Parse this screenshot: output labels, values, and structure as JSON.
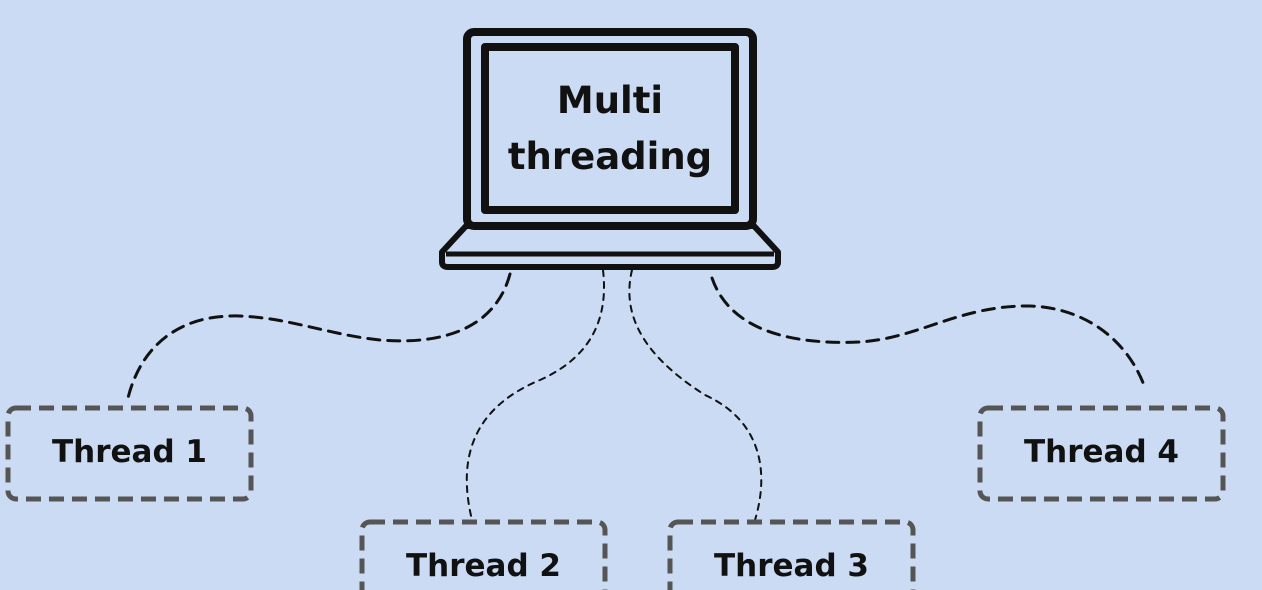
{
  "colors": {
    "background": "#cadbf3",
    "ink": "#111111",
    "box_border": "#555555"
  },
  "laptop": {
    "icon": "laptop-icon",
    "title_line1": "Multi",
    "title_line2": "threading"
  },
  "threads": [
    {
      "label": "Thread 1"
    },
    {
      "label": "Thread 2"
    },
    {
      "label": "Thread 3"
    },
    {
      "label": "Thread 4"
    }
  ]
}
